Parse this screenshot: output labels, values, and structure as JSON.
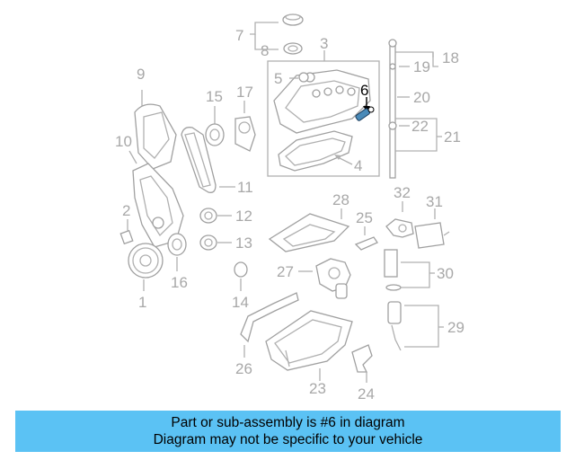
{
  "diagram": {
    "callouts": [
      "1",
      "2",
      "3",
      "4",
      "5",
      "6",
      "7",
      "8",
      "9",
      "10",
      "11",
      "12",
      "13",
      "14",
      "15",
      "16",
      "17",
      "18",
      "19",
      "20",
      "21",
      "22",
      "23",
      "24",
      "25",
      "26",
      "27",
      "28",
      "29",
      "30",
      "31",
      "32"
    ],
    "highlighted_callout": "6"
  },
  "banner": {
    "line1": "Part or sub-assembly is #6 in diagram",
    "line2": "Diagram may not be specific to your vehicle"
  },
  "colors": {
    "banner": "#5bc2f4",
    "line_art": "#a8a8a8",
    "highlight": "#000000"
  }
}
